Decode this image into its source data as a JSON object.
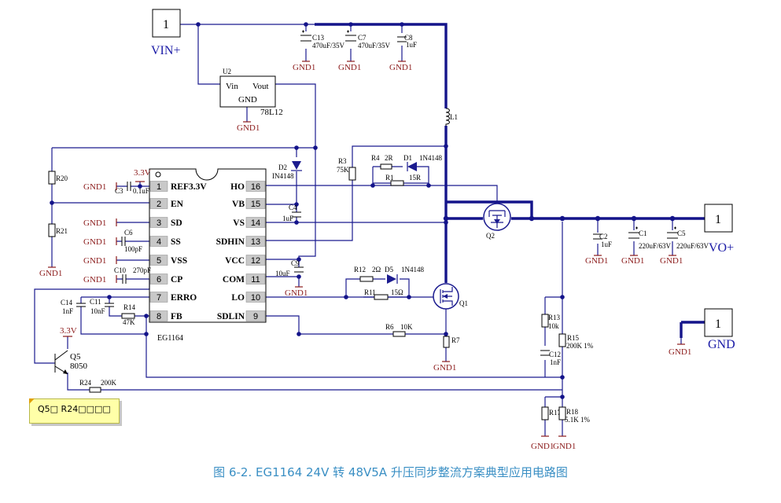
{
  "connectors": {
    "pin_number": "1",
    "vin_label": "VIN+",
    "vout_label": "VO+",
    "gnd_label": "GND"
  },
  "ground": "GND1",
  "u2": {
    "ref": "U2",
    "vin": "Vin",
    "vout": "Vout",
    "gnd": "GND",
    "part": "78L12"
  },
  "chip": {
    "name": "EG1164"
  },
  "pins_left": [
    {
      "num": "1",
      "name": "REF3.3V"
    },
    {
      "num": "2",
      "name": "EN"
    },
    {
      "num": "3",
      "name": "SD"
    },
    {
      "num": "4",
      "name": "SS"
    },
    {
      "num": "5",
      "name": "VSS"
    },
    {
      "num": "6",
      "name": "CP"
    },
    {
      "num": "7",
      "name": "ERRO"
    },
    {
      "num": "8",
      "name": "FB"
    }
  ],
  "pins_right": [
    {
      "num": "16",
      "name": "HO"
    },
    {
      "num": "15",
      "name": "VB"
    },
    {
      "num": "14",
      "name": "VS"
    },
    {
      "num": "13",
      "name": "SDHIN"
    },
    {
      "num": "12",
      "name": "VCC"
    },
    {
      "num": "11",
      "name": "COM"
    },
    {
      "num": "10",
      "name": "LO"
    },
    {
      "num": "9",
      "name": "SDLIN"
    }
  ],
  "components": {
    "c13": "C13",
    "c13_val": "470uF/35V",
    "c7": "C7",
    "c7_val": "470uF/35V",
    "c8": "C8",
    "c8_val": "1uF",
    "l1": "L1",
    "r3": "R3",
    "r3_val": "75K",
    "r4": "R4",
    "r4_val": "2R",
    "d1": "D1",
    "d1_val": "1N4148",
    "r1": "R1",
    "r1_val": "15R",
    "d2": "D2",
    "d2_val": "IN4148",
    "c4": "C4",
    "c4_val": "1uF",
    "c9": "C9",
    "c9_val": "10uF",
    "r12": "R12",
    "r12_val": "2Ω",
    "d5": "D5",
    "d5_val": "1N4148",
    "r11": "R11",
    "r11_val": "15Ω",
    "q1": "Q1",
    "q2": "Q2",
    "r6": "R6",
    "r6_val": "10K",
    "r7": "R7",
    "c2": "C2",
    "c2_val": "1uF",
    "c1": "C1",
    "c1_val": "220uF/63V",
    "c5": "C5",
    "c5_val": "220uF/63V",
    "r13": "R13",
    "r13_val": "10k",
    "r15": "R15",
    "r15_val": "200K 1%",
    "c12": "C12",
    "c12_val": "1nF",
    "r17": "R17",
    "r18": "R18",
    "r18_val": "5.1K 1%",
    "r20": "R20",
    "r21": "R21",
    "v33": "3.3V",
    "c3": "C3",
    "c3_val": "0.1uF",
    "c6": "C6",
    "c6_val": "100pF",
    "c10": "C10",
    "c10_val": "270pF",
    "c14": "C14",
    "c14_val": "1nF",
    "c11": "C11",
    "c11_val": "10nF",
    "r14": "R14",
    "r14_val": "47K",
    "q5": "Q5",
    "q5_val": "8050",
    "r24": "R24",
    "r24_val": "200K"
  },
  "note": "Q5□ R24□□□□",
  "caption": "图 6-2. EG1164    24V 转 48V5A 升压同步整流方案典型应用电路图"
}
